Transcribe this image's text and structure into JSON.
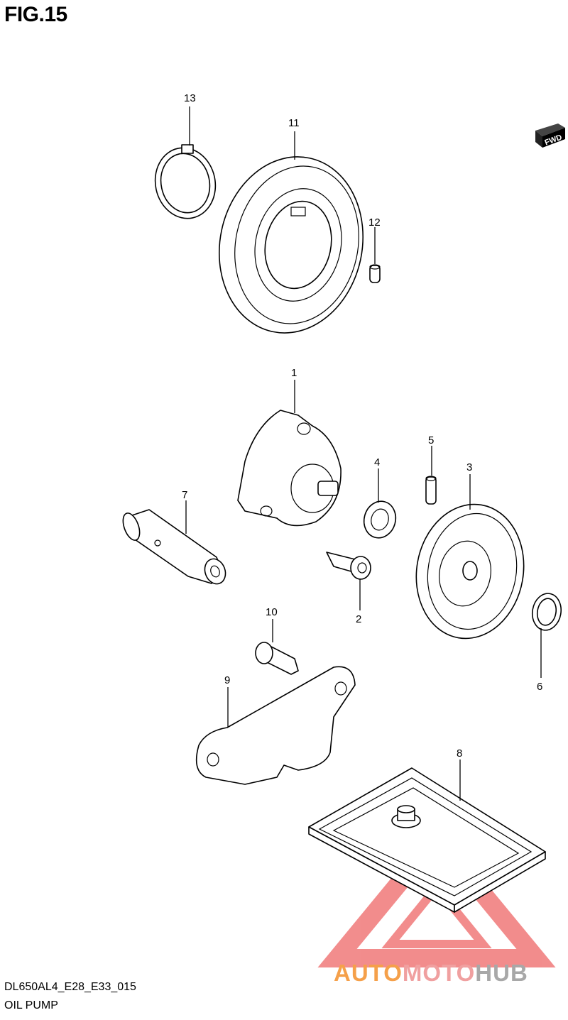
{
  "figure": {
    "title": "FIG.15",
    "code": "DL650AL4_E28_E33_015",
    "name": "OIL PUMP"
  },
  "fwd_label": "FWD",
  "callouts": [
    "1",
    "2",
    "3",
    "4",
    "5",
    "6",
    "7",
    "8",
    "9",
    "10",
    "11",
    "12",
    "13"
  ],
  "watermark": {
    "part1": "AUTO",
    "part2": "MOTO",
    "part3": "HUB",
    "colors": {
      "orange": "#f5a04a",
      "pink": "#f0a0a0",
      "gray": "#a8a8a8",
      "red": "#e83030"
    }
  }
}
